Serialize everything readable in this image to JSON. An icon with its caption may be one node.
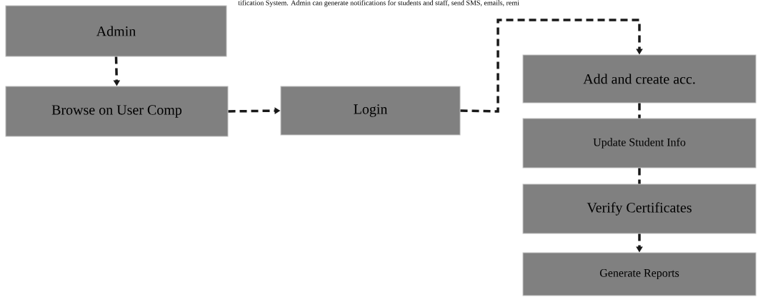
{
  "diagram": {
    "nodes": [
      {
        "text": [
          "Admin"
        ]
      },
      {
        "text": [
          "Browse on User Comp"
        ]
      },
      {
        "text": [
          "Login"
        ]
      },
      {
        "text": [
          "Add and create acc."
        ]
      },
      {
        "text": [
          "Update Student Info"
        ]
      },
      {
        "text": [
          "Verify Certificates"
        ]
      },
      {
        "text": [
          "Generate Reports"
        ]
      }
    ],
    "edges": [
      {
        "from": 0,
        "to": 1,
        "arrow": "to",
        "style": "dashed"
      },
      {
        "from": 1,
        "to": 2,
        "arrow": "to",
        "style": "dashed"
      },
      {
        "from": 2,
        "to": 3,
        "arrow": "to",
        "style": "dashed"
      },
      {
        "from": 3,
        "to": 4,
        "arrow": "none",
        "style": "dashed"
      },
      {
        "from": 4,
        "to": 5,
        "arrow": "none",
        "style": "dashed"
      },
      {
        "from": 5,
        "to": 6,
        "arrow": "to",
        "style": "dashed"
      }
    ],
    "labels": [
      "tification System. Admin can generate notifications for students and staff, send SMS, emails, remi"
    ]
  }
}
